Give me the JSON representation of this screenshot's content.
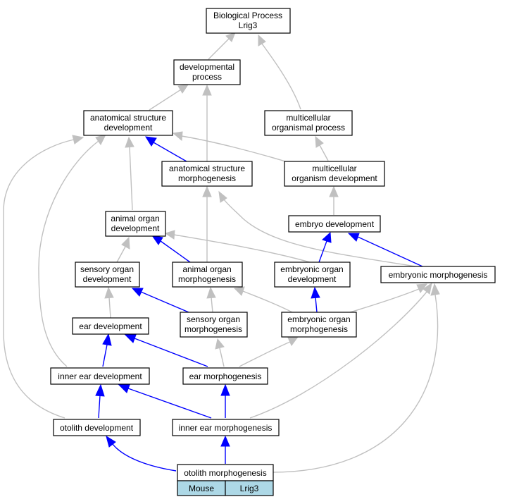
{
  "graph": {
    "nodes": {
      "bp": {
        "line1": "Biological Process",
        "line2": "Lrig3"
      },
      "dev_proc": {
        "line1": "developmental",
        "line2": "process"
      },
      "ana_dev": {
        "line1": "anatomical structure",
        "line2": "development"
      },
      "multi_proc": {
        "line1": "multicellular",
        "line2": "organismal process"
      },
      "ana_morph": {
        "line1": "anatomical structure",
        "line2": "morphogenesis"
      },
      "multi_dev": {
        "line1": "multicellular",
        "line2": "organism development"
      },
      "animal_dev": {
        "line1": "animal organ",
        "line2": "development"
      },
      "embryo_dev": {
        "line1": "embryo development"
      },
      "sens_dev": {
        "line1": "sensory organ",
        "line2": "development"
      },
      "animal_morph": {
        "line1": "animal organ",
        "line2": "morphogenesis"
      },
      "emb_organ_dev": {
        "line1": "embryonic organ",
        "line2": "development"
      },
      "emb_morph": {
        "line1": "embryonic morphogenesis"
      },
      "ear_dev": {
        "line1": "ear development"
      },
      "sens_morph": {
        "line1": "sensory organ",
        "line2": "morphogenesis"
      },
      "emb_organ_morph": {
        "line1": "embryonic organ",
        "line2": "morphogenesis"
      },
      "inner_dev": {
        "line1": "inner ear development"
      },
      "ear_morph": {
        "line1": "ear morphogenesis"
      },
      "oto_dev": {
        "line1": "otolith development"
      },
      "inner_morph": {
        "line1": "inner ear morphogenesis"
      },
      "oto_morph": {
        "line1": "otolith morphogenesis"
      }
    },
    "footer": {
      "left": "Mouse",
      "right": "Lrig3"
    },
    "colors": {
      "is_a_edge": "#c0c0c0",
      "highlight_edge": "#0000ff",
      "footer_fill": "#add8e6",
      "node_border": "#000000"
    }
  }
}
